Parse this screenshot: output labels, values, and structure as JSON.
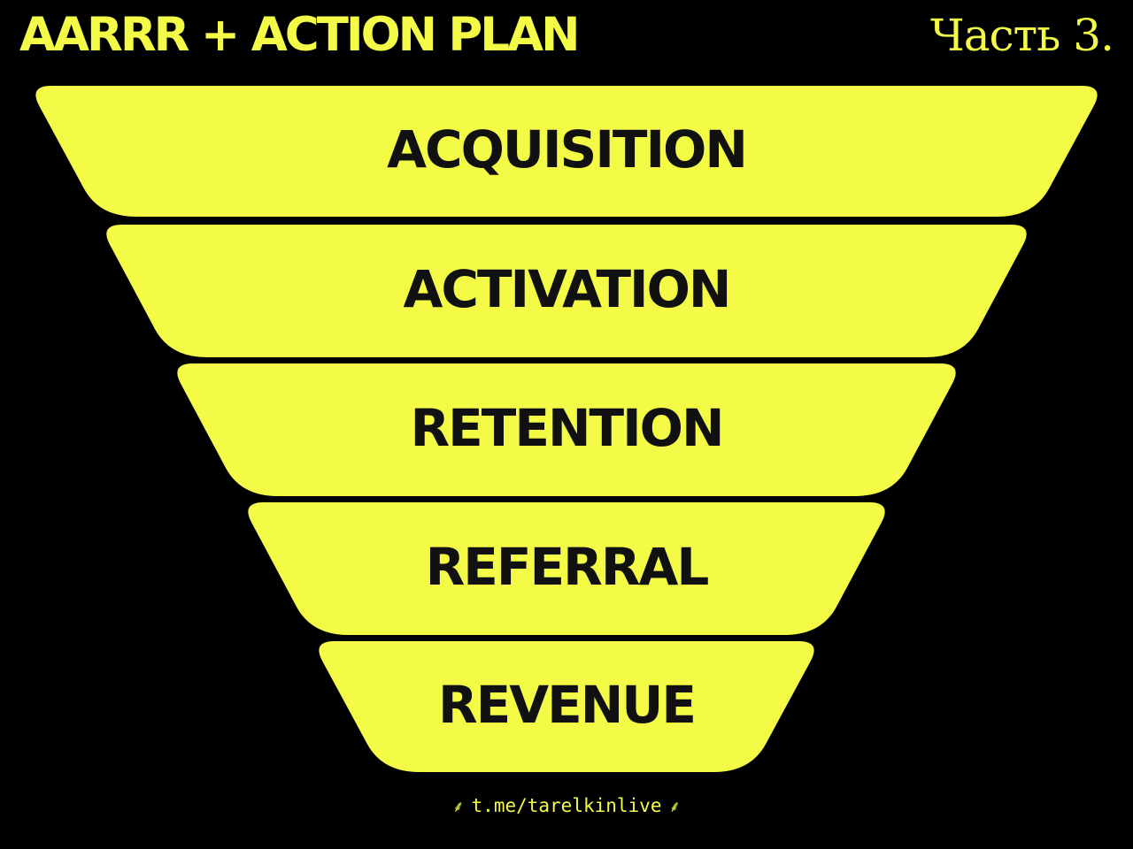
{
  "header": {
    "title": "AARRR + ACTION PLAN",
    "part": "Часть 3."
  },
  "funnel": {
    "fill_color": "#f4fb47",
    "text_color": "#111111",
    "stages": [
      {
        "label": "ACQUISITION"
      },
      {
        "label": "ACTIVATION"
      },
      {
        "label": "RETENTION"
      },
      {
        "label": "REFERRAL"
      },
      {
        "label": "REVENUE"
      }
    ]
  },
  "footer": {
    "link": "t.me/tarelkinlive",
    "left_glyph": "⸙",
    "right_glyph": "⸙"
  }
}
